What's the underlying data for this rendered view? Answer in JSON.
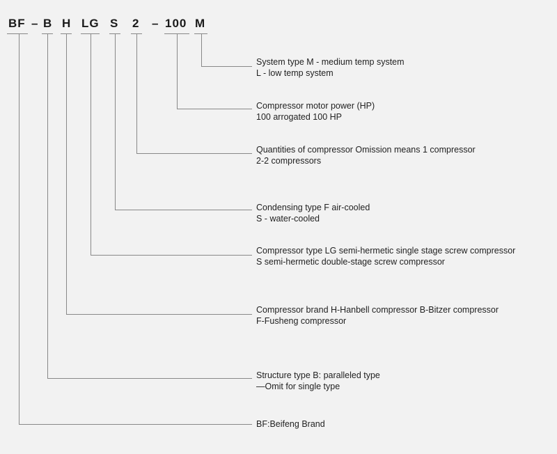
{
  "code_parts": {
    "bf": "BF",
    "dash1": "–",
    "b": "B",
    "h": "H",
    "lg": "LG",
    "s": "S",
    "two": "2",
    "dash2": "–",
    "hundred": "100",
    "m": "M"
  },
  "descriptions": {
    "system_type": [
      "System type    M -  medium temp system",
      "L -  low temp system"
    ],
    "motor_power": [
      "Compressor motor power (HP)",
      "100  arrogated 100 HP"
    ],
    "quantities": [
      "Quantities of compressor    Omission means 1 compressor",
      "2-2 compressors"
    ],
    "condensing": [
      "Condensing type    F  air-cooled",
      "S -  water-cooled"
    ],
    "compressor_type": [
      "Compressor type   LG  semi-hermetic single stage screw compressor",
      "S  semi-hermetic double-stage screw compressor"
    ],
    "compressor_brand": [
      "Compressor brand    H-Hanbell compressor    B-Bitzer compressor",
      "F-Fusheng compressor"
    ],
    "structure_type": [
      "Structure type    B: paralleled type",
      "—Omit for single type"
    ],
    "brand": [
      "BF:Beifeng Brand"
    ]
  }
}
